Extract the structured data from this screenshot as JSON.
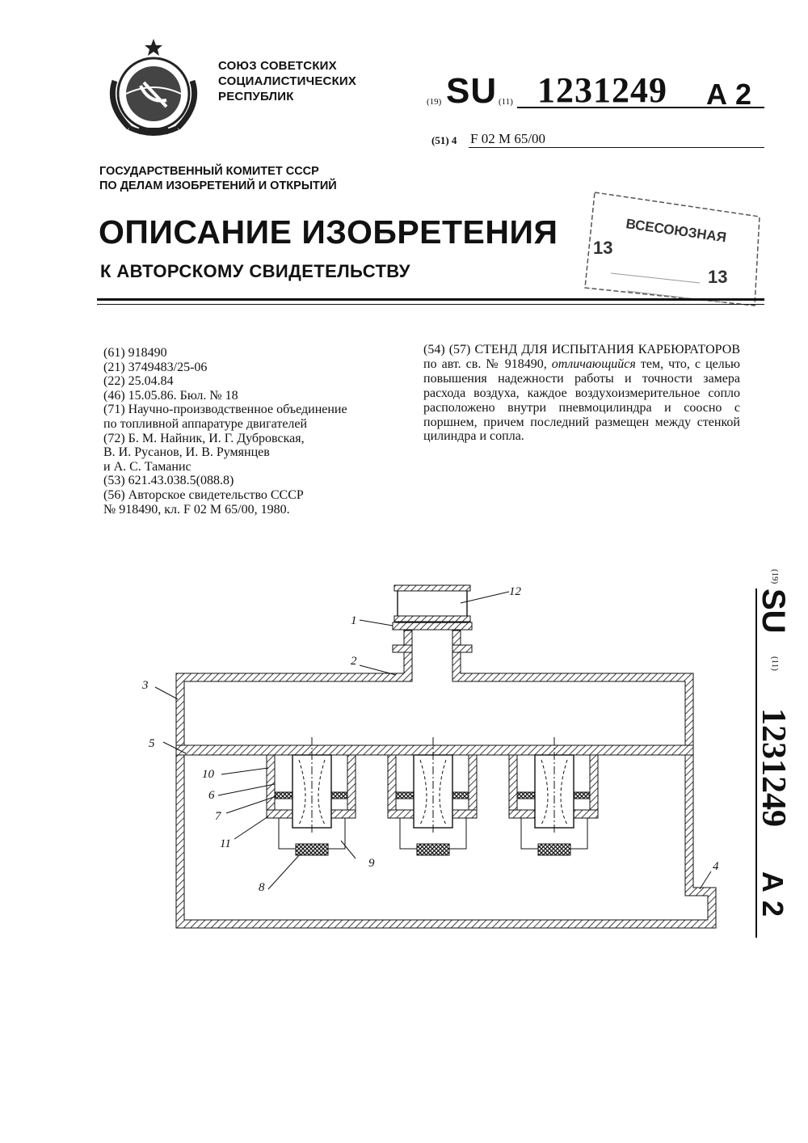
{
  "header": {
    "union_lines": [
      "СОЮЗ СОВЕТСКИХ",
      "СОЦИАЛИСТИЧЕСКИХ",
      "РЕСПУБЛИК"
    ],
    "code_country_label": "(19)",
    "country": "SU",
    "code_number_label": "(11)",
    "patent_number": "1231249",
    "kind": "А 2",
    "ipc_label": "(51) 4",
    "ipc_value": "F 02 M 65/00",
    "committee_lines": [
      "ГОСУДАРСТВЕННЫЙ КОМИТЕТ СССР",
      "ПО ДЕЛАМ ИЗОБРЕТЕНИЙ И ОТКРЫТИЙ"
    ],
    "title": "ОПИСАНИЕ ИЗОБРЕТЕНИЯ",
    "subtitle": "К АВТОРСКОМУ СВИДЕТЕЛЬСТВУ"
  },
  "stamp": {
    "line1": "ВСЕСОЮЗНАЯ",
    "left_num": "13",
    "right_num": "13"
  },
  "biblio": [
    "(61) 918490",
    "(21) 3749483/25-06",
    "(22) 25.04.84",
    "(46) 15.05.86. Бюл. № 18",
    "(71) Научно-производственное объединение",
    "по топливной аппаратуре двигателей",
    "(72) Б. М. Найник, И. Г. Дубровская,",
    "В. И. Русанов, И. В. Румянцев",
    "и А. С. Таманис",
    "(53) 621.43.038.5(088.8)",
    "(56) Авторское свидетельство СССР",
    "№ 918490, кл. F 02 M 65/00, 1980."
  ],
  "abstract": {
    "part1": "(54) (57) СТЕНД ДЛЯ ИСПЫТАНИЯ КАРБЮРАТОРОВ по авт. св. № 918490, ",
    "italic": "отличающийся",
    "part2": " тем, что, с целью повышения надежности работы и точности замера расхода воздуха, каждое воздухоизмерительное сопло расположено внутри пневмоцилиндра и соосно с поршнем, причем последний размещен между стенкой цилиндра и сопла."
  },
  "drawing_labels": {
    "l1": "1",
    "l2": "2",
    "l3": "3",
    "l4": "4",
    "l5": "5",
    "l6": "6",
    "l7": "7",
    "l8": "8",
    "l9": "9",
    "l10": "10",
    "l11": "11",
    "l12": "12"
  },
  "side": {
    "code19": "(19)",
    "country": "SU",
    "code11": "(11)",
    "number": "1231249",
    "kind": "А 2"
  }
}
